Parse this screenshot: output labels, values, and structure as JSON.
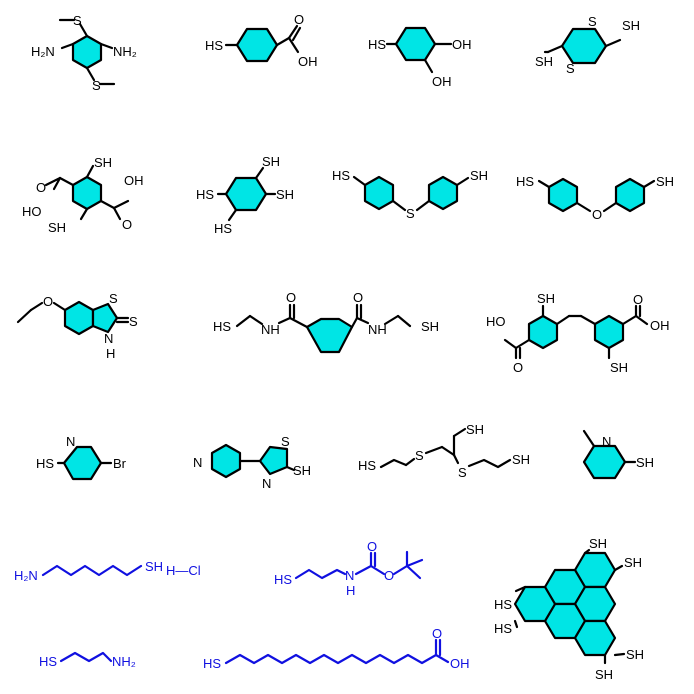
{
  "colors": {
    "background": "#ffffff",
    "bond": "#000000",
    "aromatic_fill": "#00e5e5",
    "aliphatic_bond": "#1010e0",
    "aliphatic_label": "#1010e0"
  },
  "molecules": [
    {
      "id": "diamino-bis-methylthio-benzene",
      "labels": {
        "nh2_left": "H₂N",
        "nh2_right": "NH₂",
        "s_top": "S",
        "s_bottom": "S"
      }
    },
    {
      "id": "mercaptobenzoic-acid",
      "labels": {
        "sh": "HS",
        "o": "O",
        "oh": "OH"
      }
    },
    {
      "id": "mercapto-catechol",
      "labels": {
        "sh": "HS",
        "oh_top": "OH",
        "oh_bottom": "OH"
      }
    },
    {
      "id": "dithiane-dimethanethiol",
      "labels": {
        "s_top": "S",
        "s_bottom": "S",
        "sh_left": "SH",
        "sh_right": "SH"
      }
    },
    {
      "id": "dimercapto-terephthalic-acid",
      "labels": {
        "sh_top": "SH",
        "sh_bottom": "SH",
        "o_left": "O",
        "ho_left": "HO",
        "o_right": "O",
        "oh_right": "OH"
      }
    },
    {
      "id": "benzene-tetrathiol",
      "labels": {
        "sh_1": "SH",
        "sh_2": "HS",
        "sh_3": "SH",
        "sh_4": "HS"
      }
    },
    {
      "id": "thiobisbenzenethiol",
      "labels": {
        "sh_left": "HS",
        "s_bridge": "S",
        "sh_right": "SH"
      }
    },
    {
      "id": "oxybisbenzenethiol",
      "labels": {
        "sh_left": "HS",
        "o_bridge": "O",
        "sh_right": "SH"
      }
    },
    {
      "id": "ethoxy-benzothiazole-thione",
      "labels": {
        "o": "O",
        "s_ring": "S",
        "s_thione": "S",
        "nh": "N",
        "h": "H"
      }
    },
    {
      "id": "bis-mercaptoethyl-isophthalamide",
      "labels": {
        "sh_left": "HS",
        "nh_left": "NH",
        "o_left": "O",
        "o_right": "O",
        "nh_right": "NH",
        "sh_right": "SH"
      }
    },
    {
      "id": "dimercapto-biphenyl-dicarboxylic-acid",
      "labels": {
        "sh_top": "SH",
        "ho": "HO",
        "o_left": "O",
        "o_right": "O",
        "oh": "OH",
        "sh_bottom": "SH"
      }
    },
    {
      "id": "bromo-pyridinethiol",
      "labels": {
        "n": "N",
        "sh": "HS",
        "br": "Br"
      }
    },
    {
      "id": "pyridyl-thiazolethiol",
      "labels": {
        "n_pyr": "N",
        "s_ring": "S",
        "n_thz": "N",
        "sh": "SH"
      }
    },
    {
      "id": "bis-mercaptoethylthio-propanethiol",
      "labels": {
        "sh_top": "SH",
        "sh_left": "HS",
        "s_left": "S",
        "s_right": "S",
        "sh_right": "SH"
      }
    },
    {
      "id": "methyl-pyridinethiol",
      "labels": {
        "n": "N",
        "sh": "SH"
      }
    },
    {
      "id": "aminohexanethiol-hcl",
      "labels": {
        "nh2": "H₂N",
        "sh": "SH",
        "hcl": "H—Cl"
      }
    },
    {
      "id": "boc-aminopropanethiol",
      "labels": {
        "sh": "HS",
        "nh": "N",
        "h": "H",
        "o_carbonyl": "O",
        "o_ester": "O"
      }
    },
    {
      "id": "triphenylene-hexathiol",
      "labels": {
        "sh_1": "SH",
        "sh_2": "SH",
        "sh_3": "SH",
        "sh_4": "SH",
        "sh_5": "HS",
        "sh_6": "HS"
      }
    },
    {
      "id": "aminopropanethiol",
      "labels": {
        "sh": "HS",
        "nh2": "NH₂"
      }
    },
    {
      "id": "mercaptohexadecanoic-acid",
      "labels": {
        "sh": "HS",
        "o": "O",
        "oh": "OH"
      }
    }
  ]
}
